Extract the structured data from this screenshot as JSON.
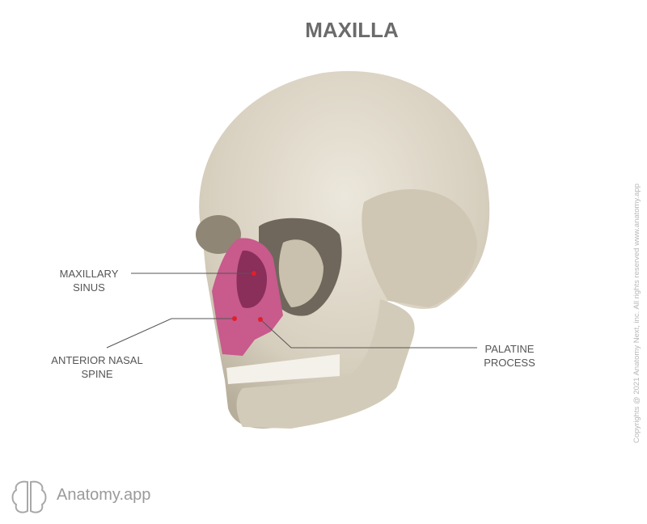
{
  "title": "MAXILLA",
  "labels": {
    "maxillary_sinus": [
      "MAXILLARY",
      "SINUS"
    ],
    "anterior_nasal_spine": [
      "ANTERIOR NASAL",
      "SPINE"
    ],
    "palatine_process": [
      "PALATINE",
      "PROCESS"
    ]
  },
  "copyright": "Copyrights @ 2021 Anatomy Next, inc. All rights reserved www.anatomy.app",
  "brand": {
    "name": "Anatomy.app",
    "icon": "brain-icon"
  },
  "colors": {
    "bone": "#d9d2c3",
    "maxilla": "#c85a8c",
    "pointer": "#e0202a"
  }
}
